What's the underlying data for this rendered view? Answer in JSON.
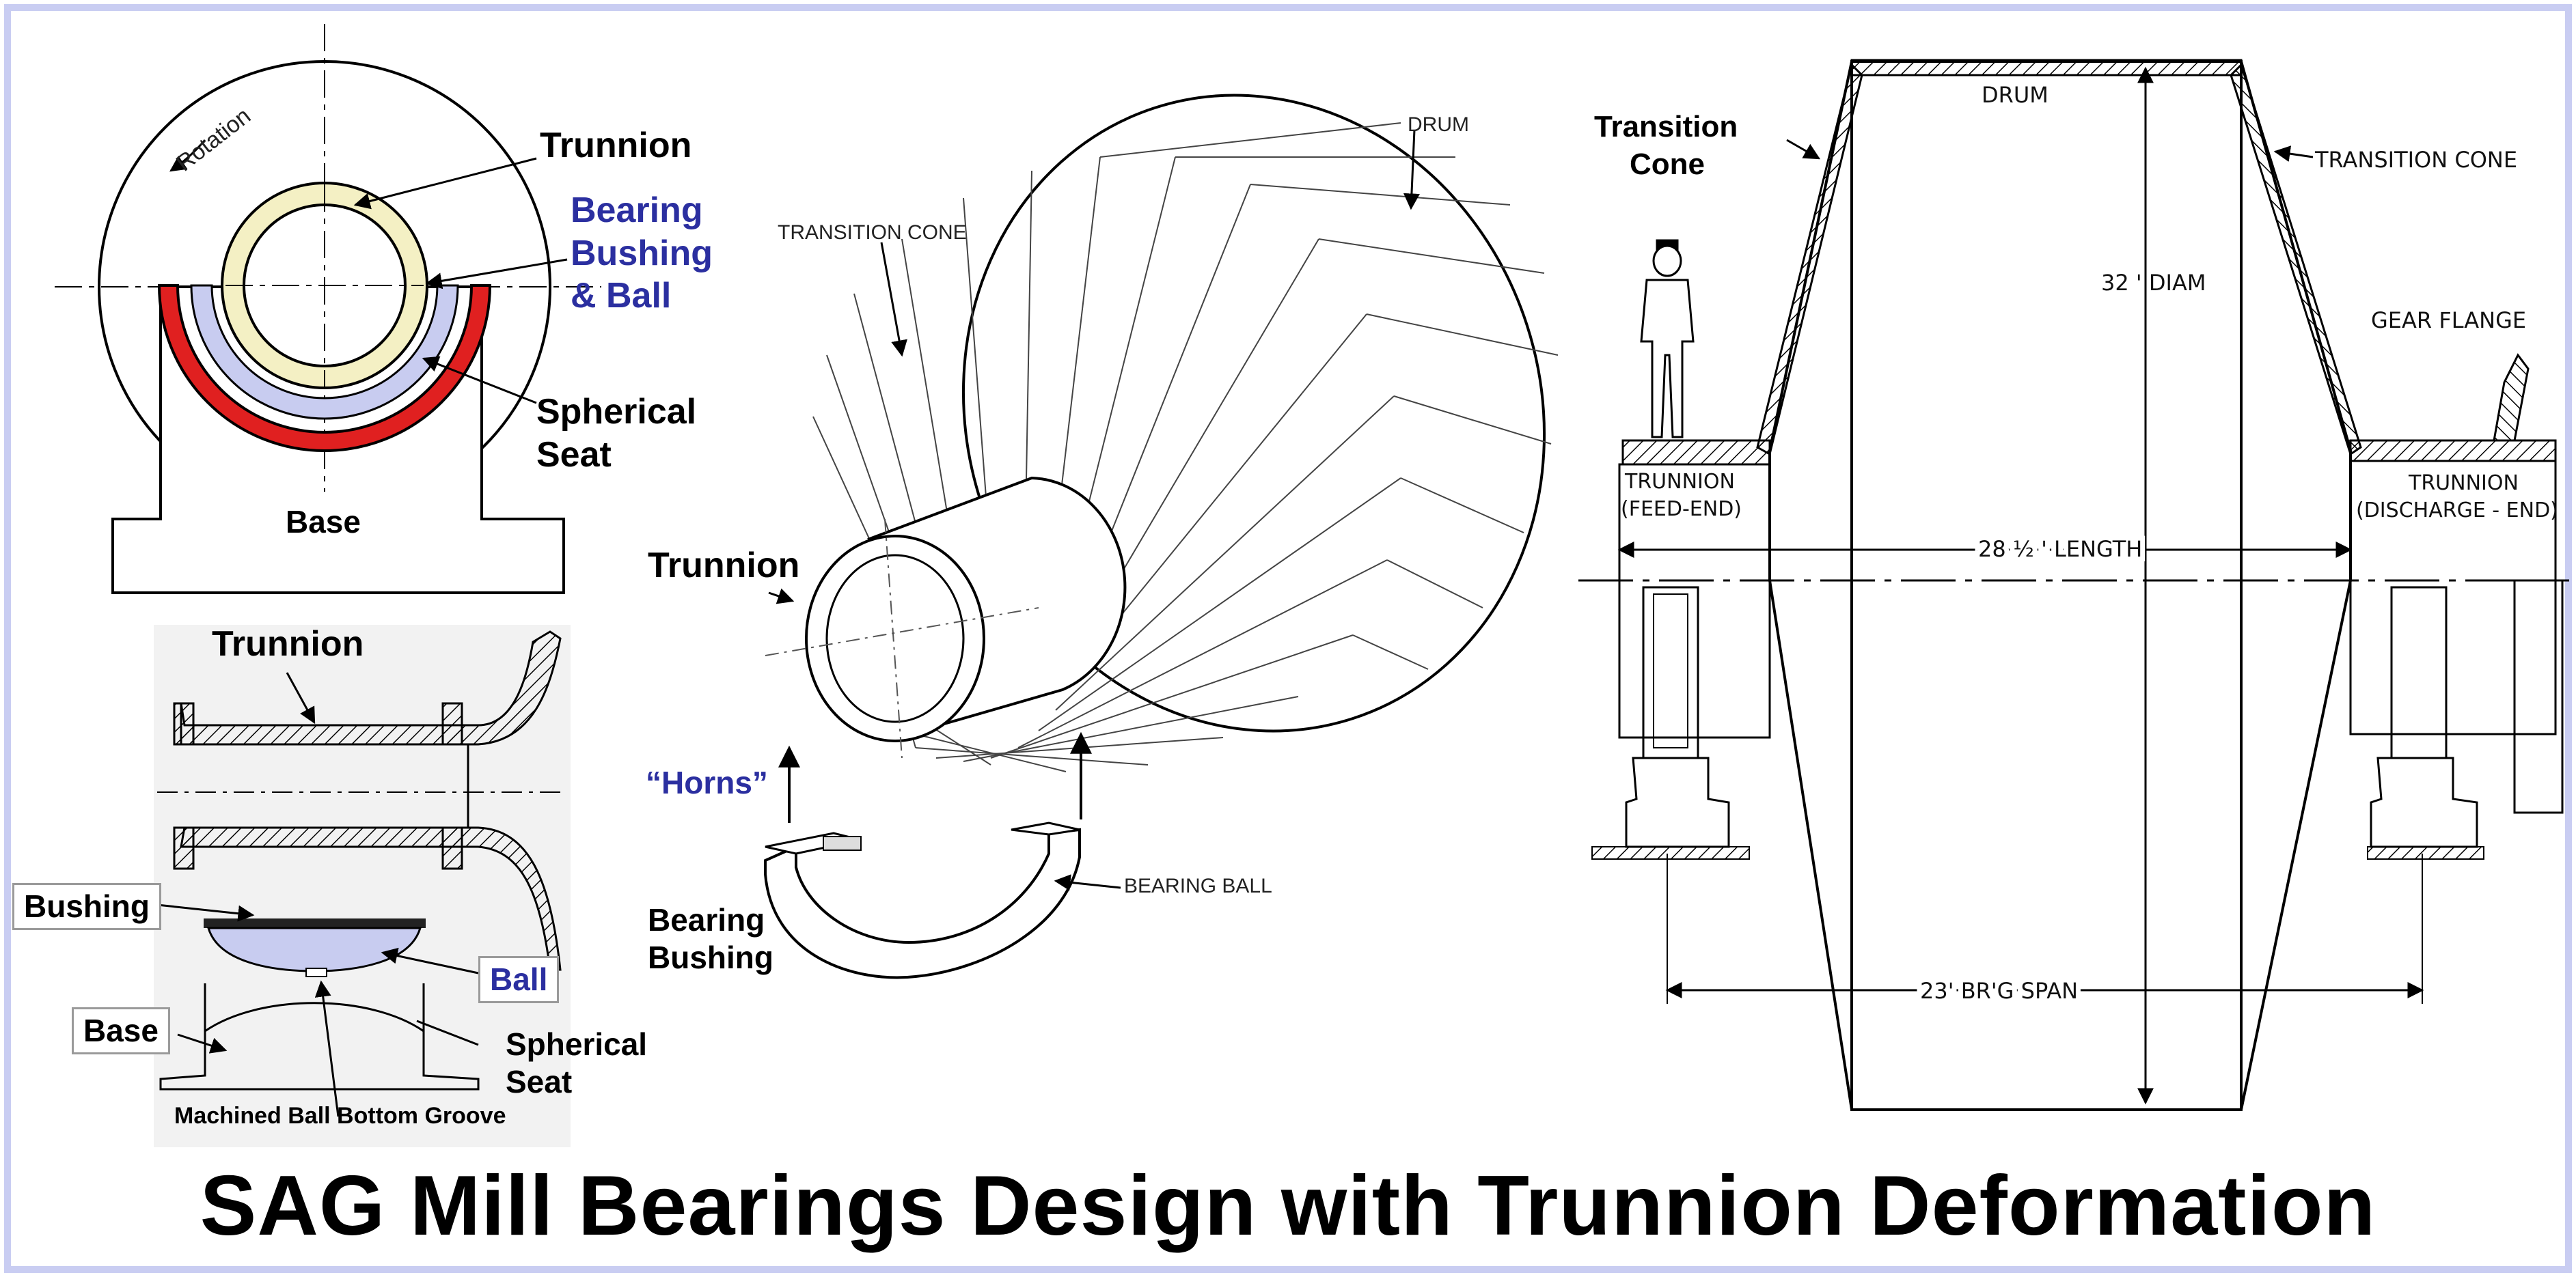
{
  "title": "SAG Mill Bearings Design with Trunnion Deformation",
  "colors": {
    "frame": "#c9cdf2",
    "label_blue": "#2b2fa0",
    "spherical_seat_red": "#e02020",
    "bushing_lavender": "#c8ccf0",
    "trunnion_cream": "#f4f0c4"
  },
  "panel_top_left": {
    "rotation": "Rotation",
    "trunnion": "Trunnion",
    "bearing_bushing_ball": [
      "Bearing",
      "Bushing",
      "& Ball"
    ],
    "spherical_seat": [
      "Spherical",
      "Seat"
    ],
    "base": "Base"
  },
  "panel_bottom_left": {
    "trunnion": "Trunnion",
    "bushing": "Bushing",
    "ball": "Ball",
    "base": "Base",
    "spherical_seat": [
      "Spherical",
      "Seat"
    ],
    "groove": "Machined Ball Bottom Groove"
  },
  "panel_center": {
    "drum": "DRUM",
    "transition_cone": "TRANSITION CONE",
    "trunnion": "Trunnion",
    "horns": "“Horns”",
    "bearing_bushing": [
      "Bearing",
      "Bushing"
    ],
    "bearing_ball": "BEARING BALL"
  },
  "panel_right": {
    "transition_cone_left": [
      "Transition",
      "Cone"
    ],
    "drum": "DRUM",
    "transition_cone_right": "TRANSITION CONE",
    "diam": "32 ' DIAM",
    "gear_flange": "GEAR FLANGE",
    "trunnion_feed": [
      "TRUNNION",
      "(FEED-END)"
    ],
    "trunnion_discharge": [
      "TRUNNION",
      "(DISCHARGE - END)"
    ],
    "length": "28 ½ ' LENGTH",
    "span": "23' BR'G SPAN"
  }
}
